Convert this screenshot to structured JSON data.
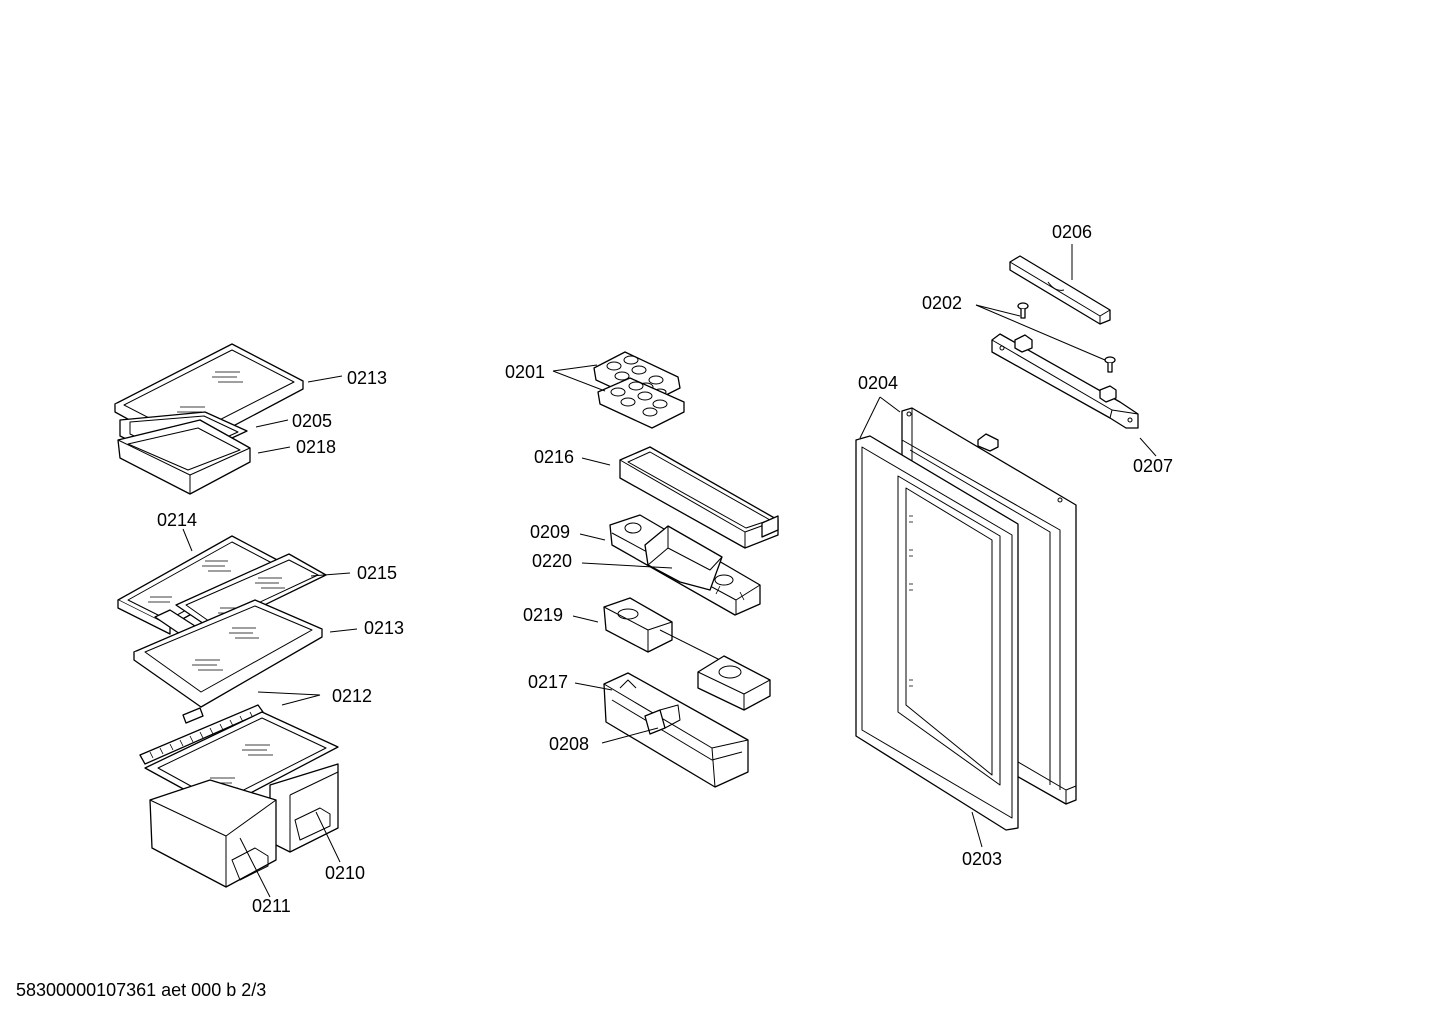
{
  "labels": {
    "l0213a": "0213",
    "l0205": "0205",
    "l0218": "0218",
    "l0214": "0214",
    "l0215": "0215",
    "l0213b": "0213",
    "l0212": "0212",
    "l0210": "0210",
    "l0211": "0211",
    "l0201": "0201",
    "l0216": "0216",
    "l0209": "0209",
    "l0220": "0220",
    "l0219": "0219",
    "l0217": "0217",
    "l0208": "0208",
    "l0206": "0206",
    "l0202": "0202",
    "l0204": "0204",
    "l0207": "0207",
    "l0203": "0203"
  },
  "footer": "58300000107361 aet 000 b 2/3"
}
